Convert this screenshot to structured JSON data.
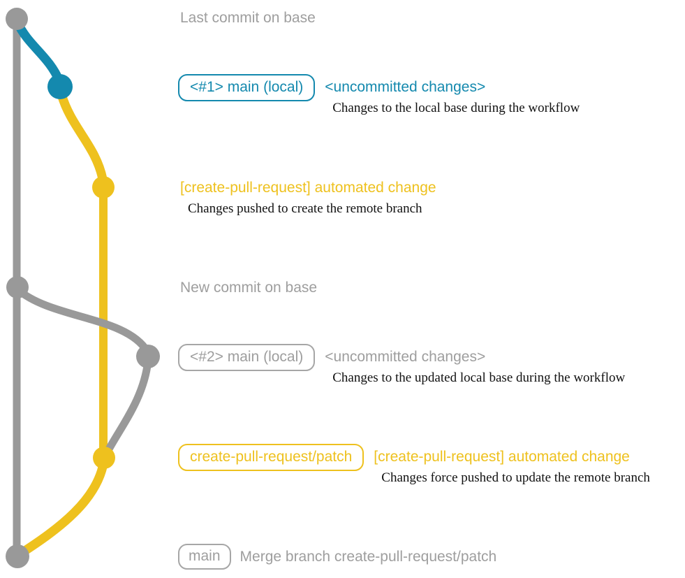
{
  "colors": {
    "blue": "#1489ae",
    "yellow": "#eec11e",
    "gray": "#999999",
    "text_gray": "#9e9e9e"
  },
  "graph": {
    "branches": [
      {
        "name": "base",
        "color": "#999999"
      },
      {
        "name": "main-local-1",
        "color": "#1489ae"
      },
      {
        "name": "create-pull-request/patch",
        "color": "#eec11e"
      },
      {
        "name": "main-local-2",
        "color": "#999999"
      }
    ],
    "commits": [
      {
        "id": "last-commit-on-base",
        "color": "#999999"
      },
      {
        "id": "uncommitted-1",
        "color": "#1489ae"
      },
      {
        "id": "automated-change-1",
        "color": "#eec11e"
      },
      {
        "id": "new-commit-on-base",
        "color": "#999999"
      },
      {
        "id": "uncommitted-2",
        "color": "#999999"
      },
      {
        "id": "automated-change-2",
        "color": "#eec11e"
      },
      {
        "id": "merge-commit",
        "color": "#999999"
      }
    ]
  },
  "annotations": {
    "last_commit": {
      "label": "Last commit on base"
    },
    "step1": {
      "pill": "<#1> main (local)",
      "status": "<uncommitted changes>",
      "detail": "Changes to the local base during the workflow"
    },
    "push1": {
      "label": "[create-pull-request] automated change",
      "detail": "Changes pushed to create the remote branch"
    },
    "new_commit": {
      "label": "New commit on base"
    },
    "step2": {
      "pill": "<#2> main (local)",
      "status": "<uncommitted changes>",
      "detail": "Changes to the updated local base during the workflow"
    },
    "push2": {
      "pill": "create-pull-request/patch",
      "label": "[create-pull-request] automated change",
      "detail": "Changes force pushed to update the remote branch"
    },
    "merge": {
      "pill": "main",
      "label": "Merge branch create-pull-request/patch"
    }
  }
}
